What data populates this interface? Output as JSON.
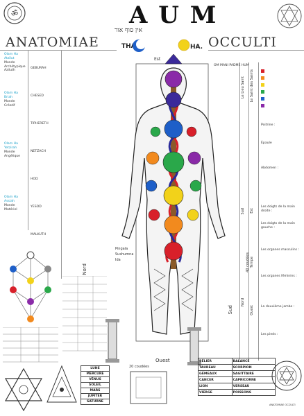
{
  "header": {
    "left_title": "ANATOMIAE",
    "right_title": "OCCULTI",
    "aum": "A U M",
    "hebrew": "אין סוף אור",
    "tha": "THA",
    "ha": "HA.",
    "om_mani": "OM MANI PADME HUM"
  },
  "colors": {
    "red": "#d8202a",
    "orange": "#f28a1e",
    "yellow": "#f2d21a",
    "green": "#2aa84a",
    "blue": "#1e5fc8",
    "indigo": "#3b2a9a",
    "violet": "#8a2aa8",
    "cyan": "#1aa0c8"
  },
  "left_column": {
    "texts": [
      "Olam Ha Atzilut",
      "Monde Archétypique Aziluth",
      "Olam Ha Briah",
      "Monde Créatif",
      "Olam Ha Yetzirah",
      "Monde Angélique",
      "Olam Ha Assiah",
      "Monde Matériel"
    ],
    "side_notes": [
      "GEBURAH",
      "CHESED",
      "TIPHERETH",
      "NETZACH",
      "HOD",
      "YESOD",
      "MALKUTH"
    ]
  },
  "right_column": {
    "texts": [
      "Le Lieu Saint",
      "Le Saint des Saints",
      "Sud",
      "Est",
      "Tempe",
      "Nord",
      "Ouest"
    ],
    "notes": [
      "Abdomen :",
      "Poitrine :",
      "Épaule",
      "Les doigts de la main droite :",
      "Les doigts de la main gauche :",
      "Les organes masculins :",
      "Les organes féminins :",
      "La deuxième jambe :",
      "Les pieds :"
    ]
  },
  "center": {
    "labels": [
      "Pingala",
      "Sushumna",
      "Ida",
      "Nord",
      "Sud",
      "Est",
      "Ouest"
    ],
    "degrees": "40 coudées",
    "width_label": "20 coudées"
  },
  "zodiac": {
    "rows": [
      [
        "BÉLIER",
        "BALANCE"
      ],
      [
        "TAUREAU",
        "SCORPION"
      ],
      [
        "GÉMEAUX",
        "SAGITTAIRE"
      ],
      [
        "CANCER",
        "CAPRICORNE"
      ],
      [
        "LION",
        "VERSEAU"
      ],
      [
        "VIERGE",
        "POISSONS"
      ]
    ]
  },
  "planets": {
    "items": [
      "LUNE",
      "MERCURE",
      "VÉNUS",
      "SOLEIL",
      "MARS",
      "JUPITER",
      "SATURNE"
    ]
  },
  "footer": {
    "note": "ANATOMIAE OCCULTI"
  }
}
